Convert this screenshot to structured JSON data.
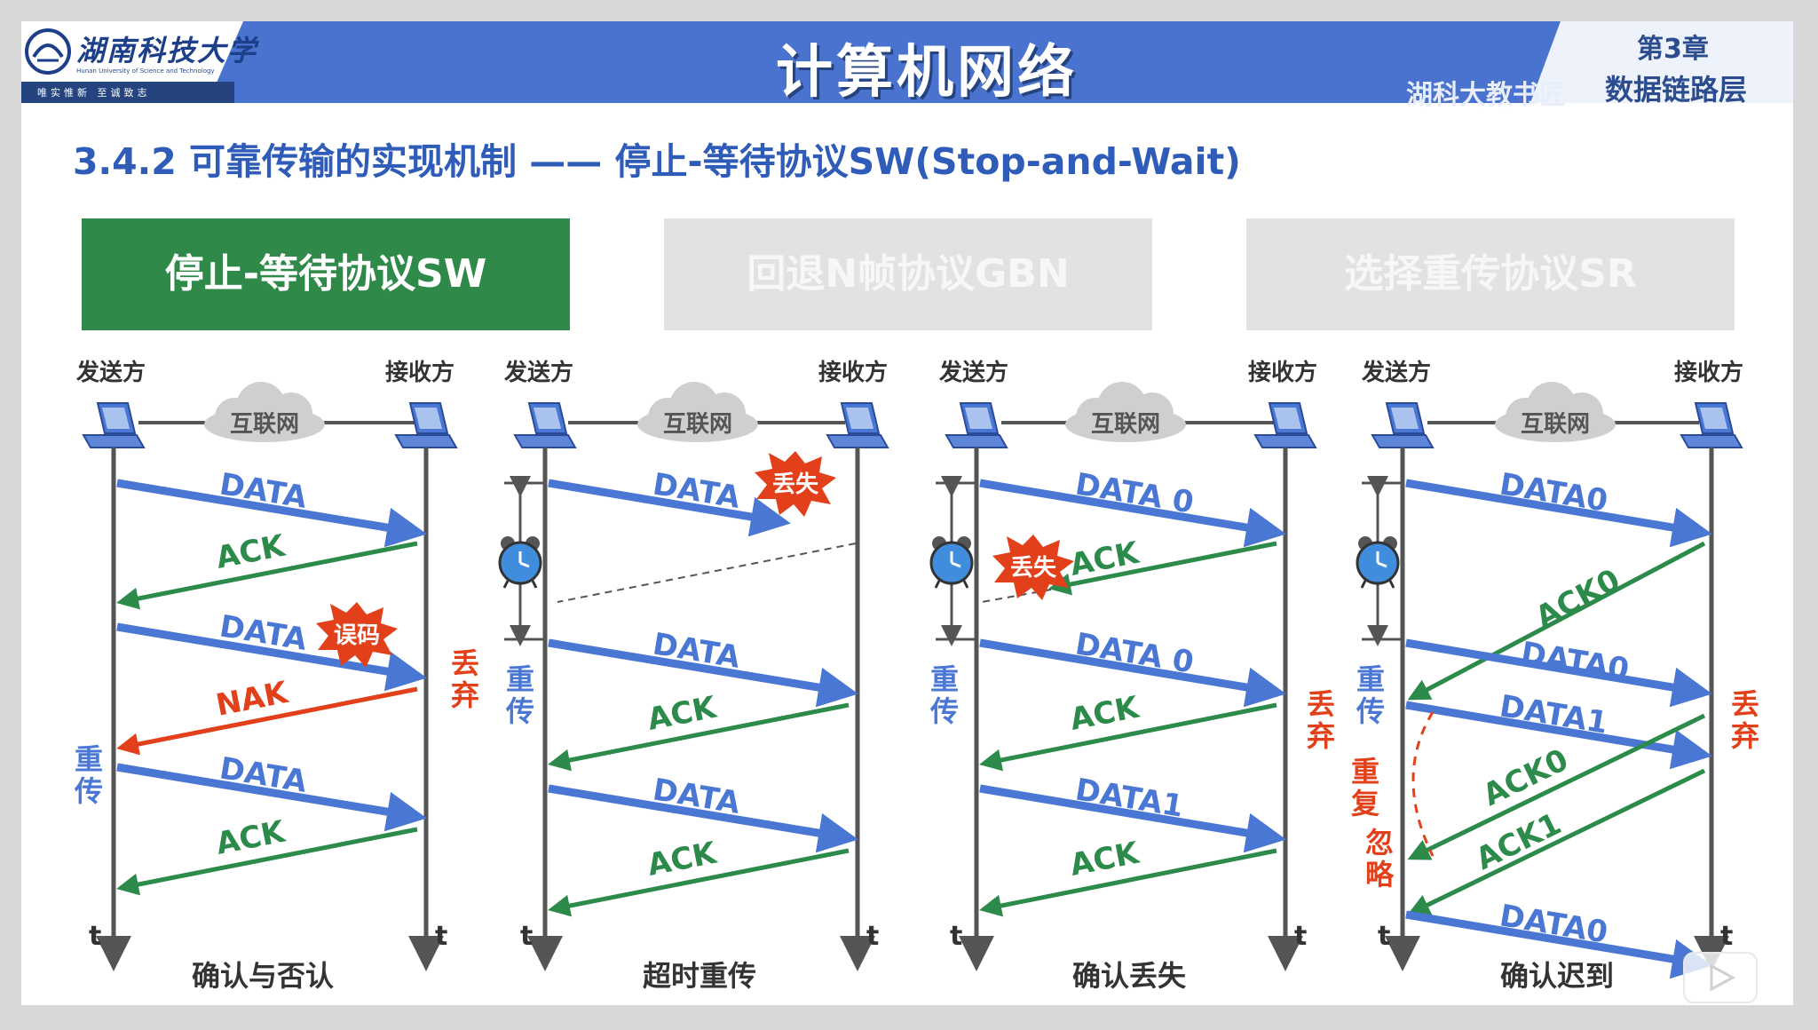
{
  "header": {
    "university_name": "湖南科技大学",
    "university_en": "Hunan University of Science and Technology",
    "motto": "唯实惟新 至诚致志",
    "course_title": "计算机网络",
    "chapter": "第3章",
    "chapter_subtitle": "数据链路层",
    "watermark": "湖科大教书匠"
  },
  "section_title": "3.4.2 可靠传输的实现机制 —— 停止-等待协议SW(Stop-and-Wait)",
  "tabs": [
    {
      "label": "停止-等待协议SW",
      "active": true
    },
    {
      "label": "回退N帧协议GBN",
      "active": false
    },
    {
      "label": "选择重传协议SR",
      "active": false
    }
  ],
  "common": {
    "sender": "发送方",
    "receiver": "接收方",
    "internet": "互联网",
    "time": "t"
  },
  "colors": {
    "blue": "#4a77d4",
    "green": "#2c8a4a",
    "red": "#e2401a",
    "header": "#4a72cf"
  },
  "scenarios": {
    "s1": {
      "caption": "确认与否认",
      "data1": "DATA",
      "ack1": "ACK",
      "data2": "DATA",
      "error_badge": "误码",
      "discard": "丢弃",
      "nak": "NAK",
      "retransmit": "重传",
      "data3": "DATA",
      "ack2": "ACK"
    },
    "s2": {
      "caption": "超时重传",
      "data1": "DATA",
      "lost_badge": "丢失",
      "retransmit": "重传",
      "data2": "DATA",
      "ack1": "ACK",
      "data3": "DATA",
      "ack2": "ACK"
    },
    "s3": {
      "caption": "确认丢失",
      "data1": "DATA 0",
      "lost_badge": "丢失",
      "ack_lost": "ACK",
      "retransmit": "重传",
      "data2": "DATA 0",
      "discard": "丢弃",
      "ack1": "ACK",
      "data3": "DATA1",
      "ack2": "ACK"
    },
    "s4": {
      "caption": "确认迟到",
      "data1": "DATA0",
      "ack0_late": "ACK0",
      "retransmit": "重传",
      "data2": "DATA0",
      "discard": "丢弃",
      "data3": "DATA1",
      "ack0_dup": "ACK0",
      "ack1": "ACK1",
      "duplicate_ignore": "重复忽略",
      "data4": "DATA0"
    }
  }
}
